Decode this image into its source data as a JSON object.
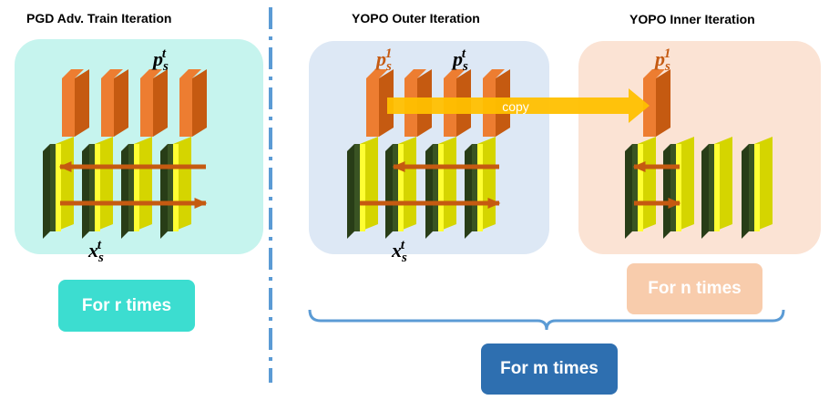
{
  "panels": {
    "pgd": {
      "title": "PGD Adv. Train Iteration",
      "param_label": {
        "base": "p",
        "sub": "s",
        "sup": "t"
      },
      "input_label": {
        "base": "x",
        "sub": "s",
        "sup": "t"
      },
      "loop_label": "For r times"
    },
    "yopo_outer": {
      "title": "YOPO Outer Iteration",
      "param_label_first": {
        "base": "p",
        "sub": "s",
        "sup": "1"
      },
      "param_label_last": {
        "base": "p",
        "sub": "s",
        "sup": "t"
      },
      "input_label": {
        "base": "x",
        "sub": "s",
        "sup": "t"
      }
    },
    "yopo_inner": {
      "title": "YOPO Inner Iteration",
      "param_label": {
        "base": "p",
        "sub": "s",
        "sup": "1"
      },
      "loop_label": "For n times"
    }
  },
  "copy_arrow_label": "copy",
  "outer_loop_label": "For m times",
  "colors": {
    "pgd_panel": "#c6f4ee",
    "outer_panel": "#dde8f5",
    "inner_panel": "#fbe3d4",
    "green_teal": "#3cddd0",
    "peach": "#f8ccac",
    "blue_button": "#2e6fb0",
    "layer_yellow": "#d5d500",
    "layer_bright": "#ffff33",
    "layer_dark": "#3a5423",
    "param_orange": "#c55a11",
    "param_light": "#ed7d31",
    "arrow_red": "#c55a11",
    "copy_arrow": "#ffc000",
    "label_orange": "#c55a11",
    "separator": "#5b9bd5"
  }
}
